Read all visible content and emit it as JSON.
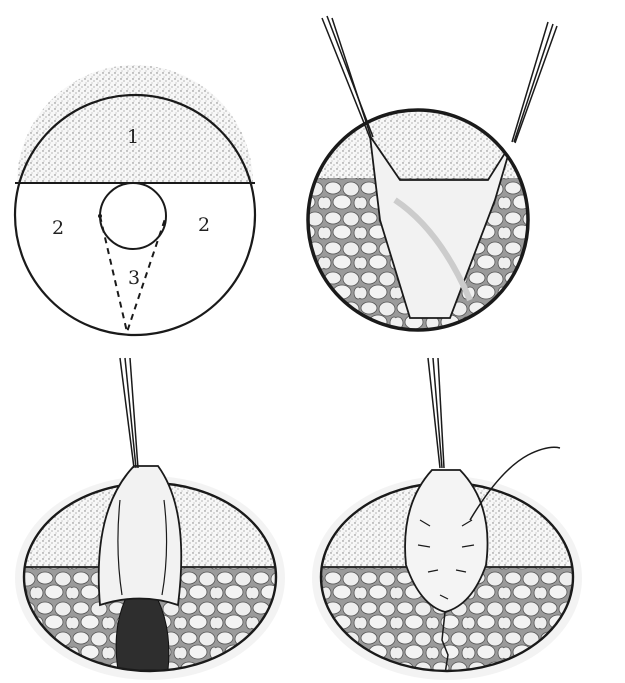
{
  "diagram": {
    "panel1": {
      "region_labels": {
        "top": "1",
        "left": "2",
        "right": "2",
        "bottom": "3"
      }
    }
  },
  "colors": {
    "ink": "#1a1a1a",
    "paper": "#ffffff",
    "shade": "#b8b8b8",
    "dark_fill": "#3a3a3a",
    "flap": "#f2f2f2"
  }
}
